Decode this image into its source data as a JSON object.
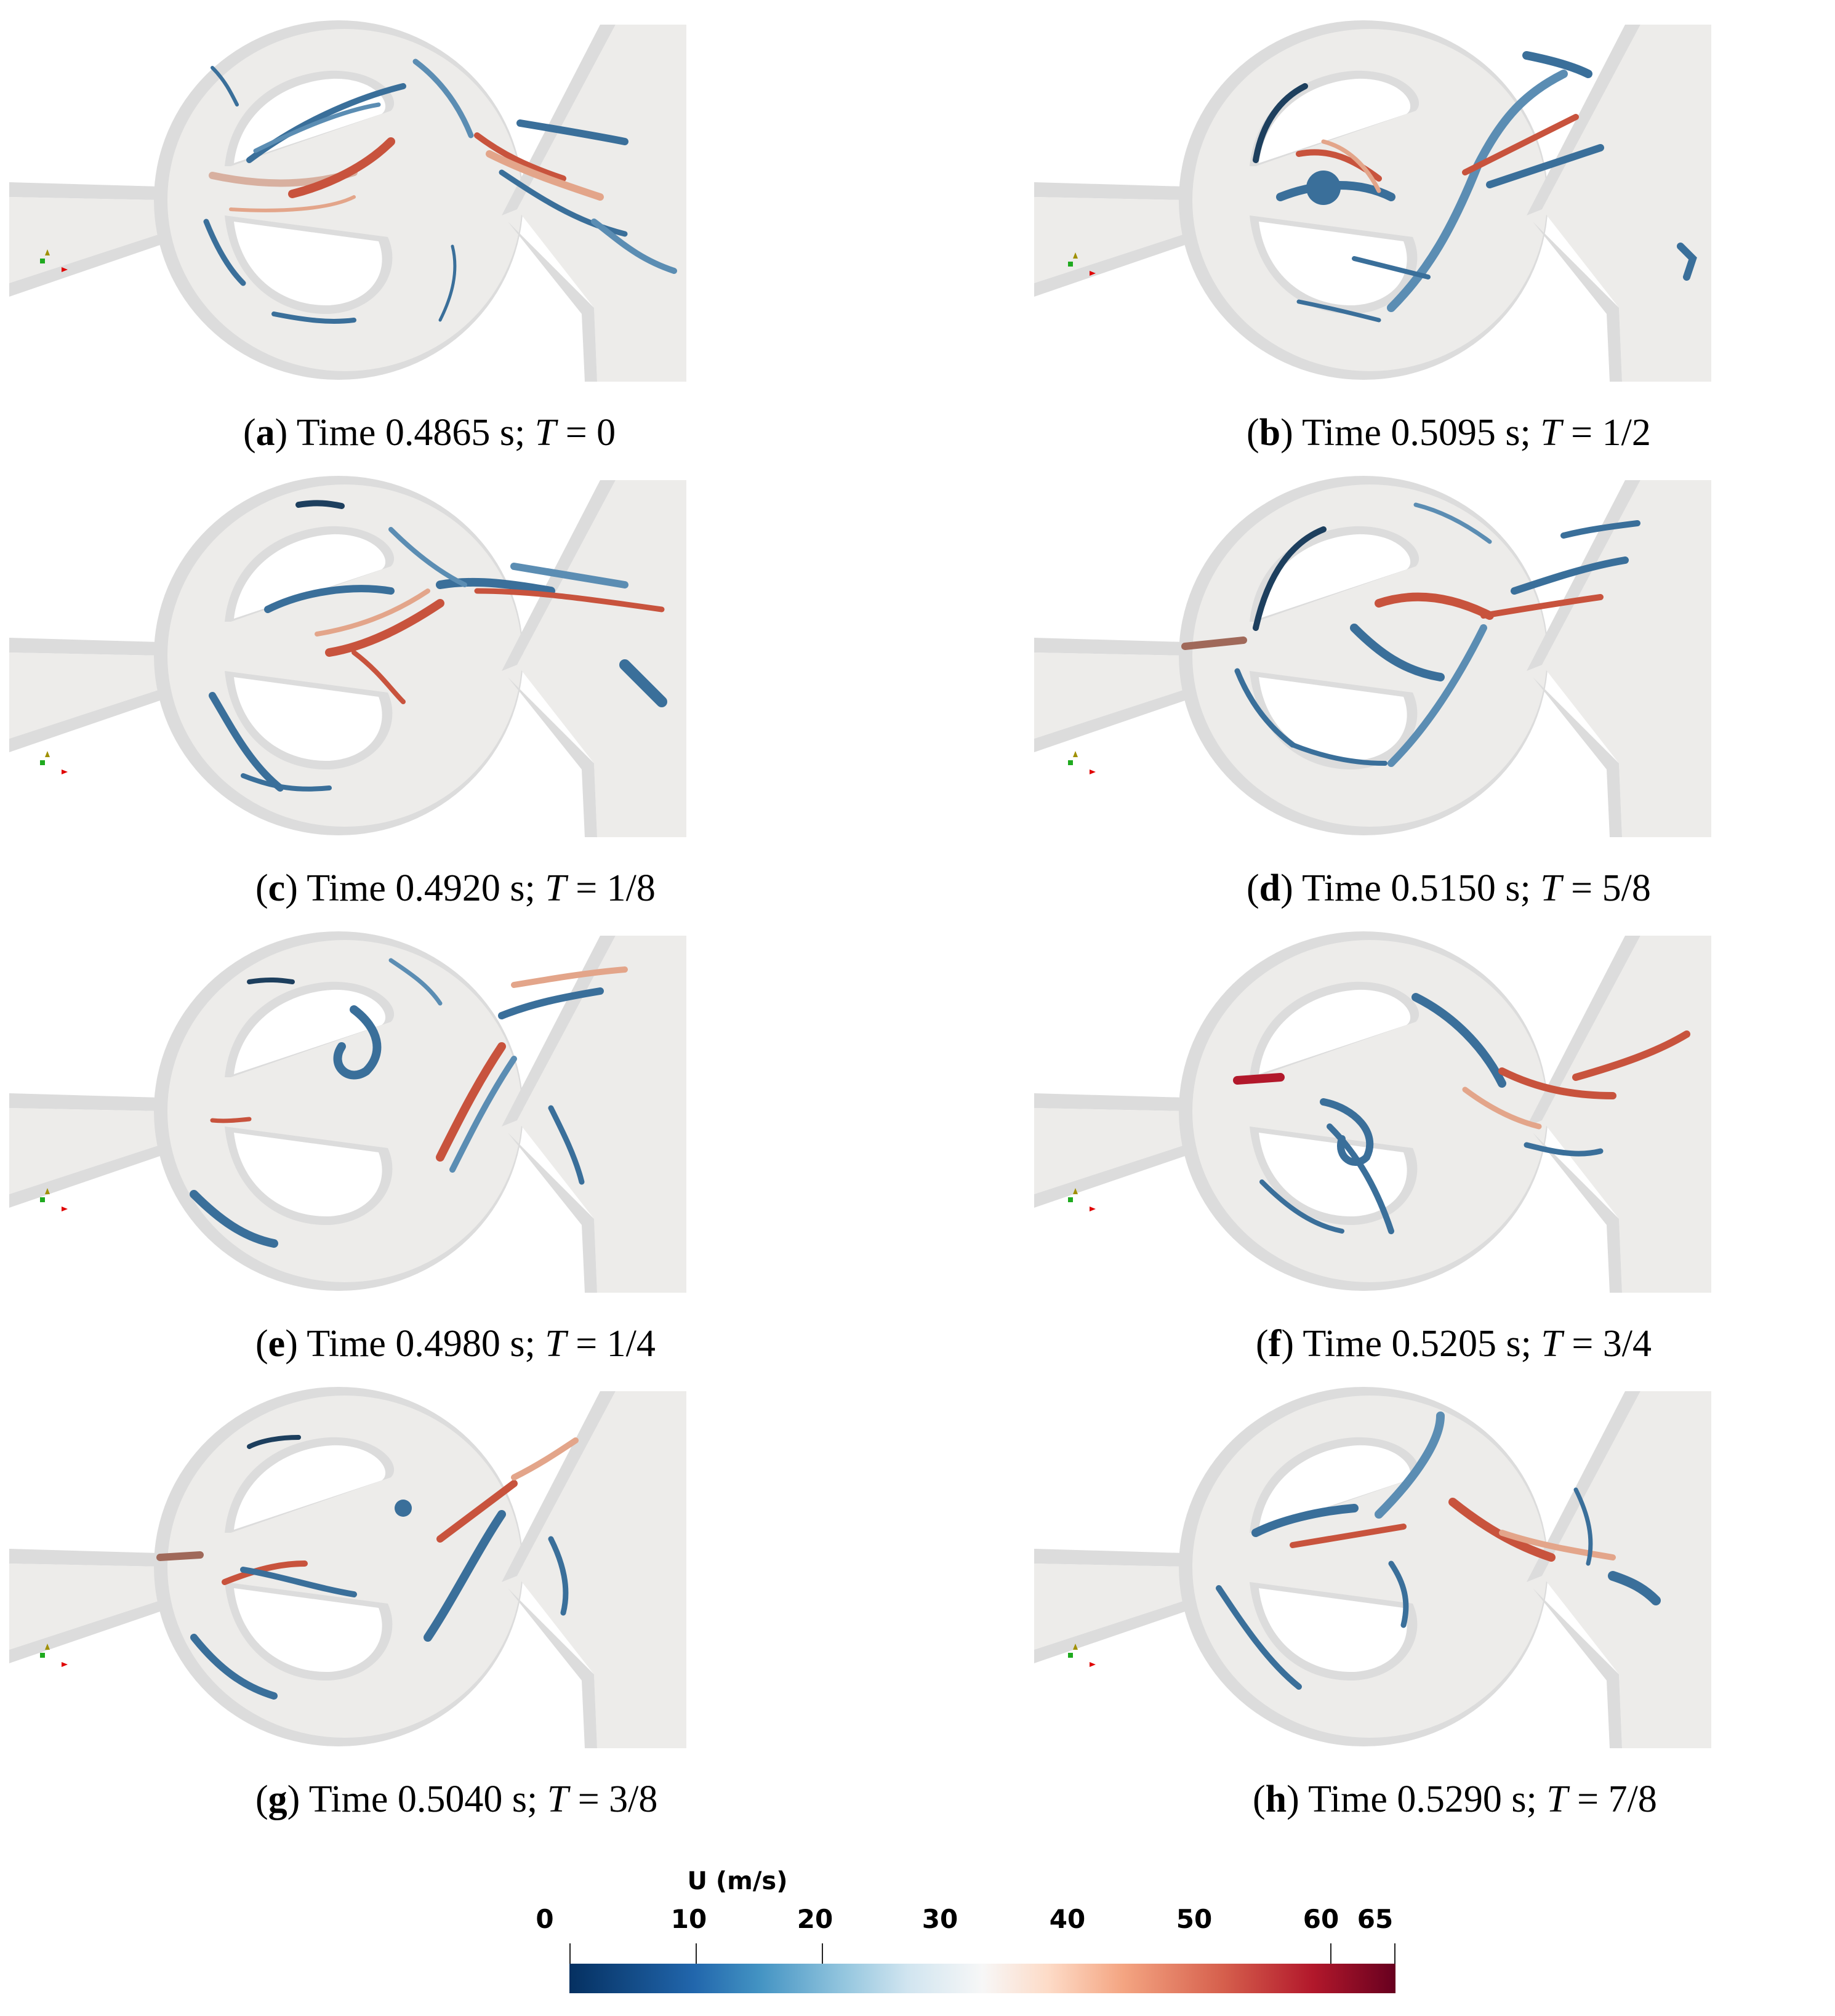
{
  "figure": {
    "panels": [
      {
        "id": "a",
        "label": "a",
        "time": "Time 0.4865 s;",
        "T_symbol": "T",
        "T_value": "= 0",
        "column": "left",
        "row": 0
      },
      {
        "id": "b",
        "label": "b",
        "time": "Time 0.5095 s;",
        "T_symbol": "T",
        "T_value": "= 1/2",
        "column": "right",
        "row": 0
      },
      {
        "id": "c",
        "label": "c",
        "time": "Time 0.4920 s;",
        "T_symbol": "T",
        "T_value": "= 1/8",
        "column": "left",
        "row": 1
      },
      {
        "id": "d",
        "label": "d",
        "time": "Time 0.5150 s;",
        "T_symbol": "T",
        "T_value": "= 5/8",
        "column": "right",
        "row": 1
      },
      {
        "id": "e",
        "label": "e",
        "time": "Time 0.4980 s;",
        "T_symbol": "T",
        "T_value": "= 1/4",
        "column": "left",
        "row": 2
      },
      {
        "id": "f",
        "label": "f",
        "time": "Time 0.5205 s;",
        "T_symbol": "T",
        "T_value": "= 3/4",
        "column": "right",
        "row": 2
      },
      {
        "id": "g",
        "label": "g",
        "time": "Time 0.5040 s;",
        "T_symbol": "T",
        "T_value": "= 3/8",
        "column": "left",
        "row": 3
      },
      {
        "id": "h",
        "label": "h",
        "time": "Time 0.5290 s;",
        "T_symbol": "T",
        "T_value": "= 7/8",
        "column": "right",
        "row": 3
      }
    ],
    "colorbar": {
      "title": "U (m/s)",
      "min": 0,
      "max": 65,
      "tick_labels": [
        "0",
        "10",
        "20",
        "30",
        "40",
        "50",
        "60",
        "65"
      ],
      "colormap": "blue-white-red (RdBu reversed)",
      "colors": {
        "low": "#053061",
        "mid": "#f7f7f7",
        "high": "#67001f"
      }
    },
    "scene_colors": {
      "geometry_face": "#edecea",
      "geometry_edge": "#dcdcdc",
      "vortex_blue": "#3a6f9a",
      "vortex_dark_blue": "#1d3f5e",
      "vortex_red": "#c8533d",
      "vortex_salmon": "#e3a58a",
      "axis_x": "#e00000",
      "axis_y": "#1faa1f",
      "axis_z": "#a09000"
    }
  }
}
